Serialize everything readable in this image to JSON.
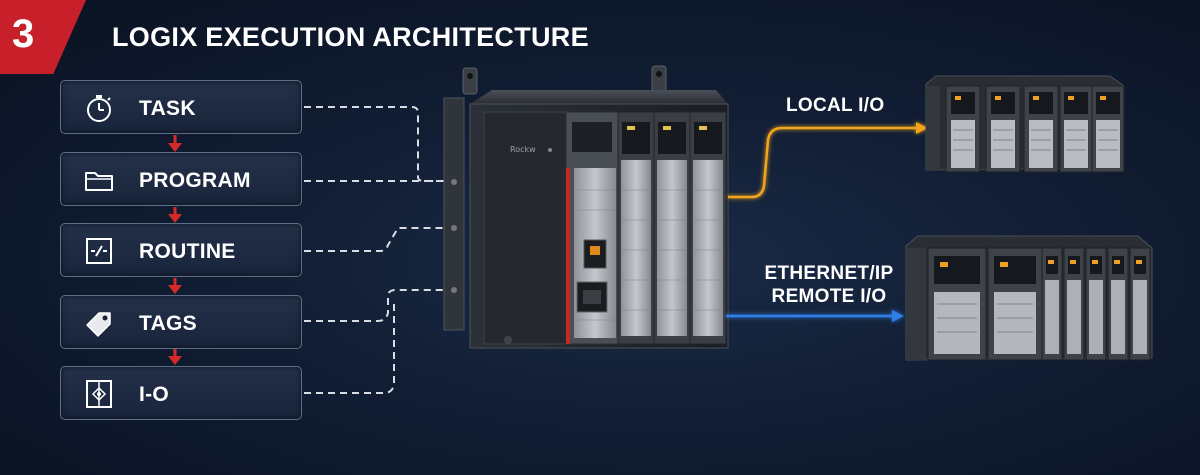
{
  "badge": {
    "number": "3"
  },
  "title": "LOGIX EXECUTION ARCHITECTURE",
  "hierarchy": [
    {
      "label": "TASK",
      "icon": "stopwatch-icon"
    },
    {
      "label": "PROGRAM",
      "icon": "folder-icon"
    },
    {
      "label": "ROUTINE",
      "icon": "routine-logic-icon"
    },
    {
      "label": "TAGS",
      "icon": "tag-icon"
    },
    {
      "label": "I-O",
      "icon": "io-signal-icon"
    }
  ],
  "links": {
    "local_io": "LOCAL I/O",
    "remote_io_line1": "ETHERNET/IP",
    "remote_io_line2": "REMOTE I/O"
  },
  "colors": {
    "accent_red": "#c8202a",
    "local_link": "#f2a51e",
    "remote_link": "#2e7fe6",
    "dashed_link": "#d8dde4"
  }
}
